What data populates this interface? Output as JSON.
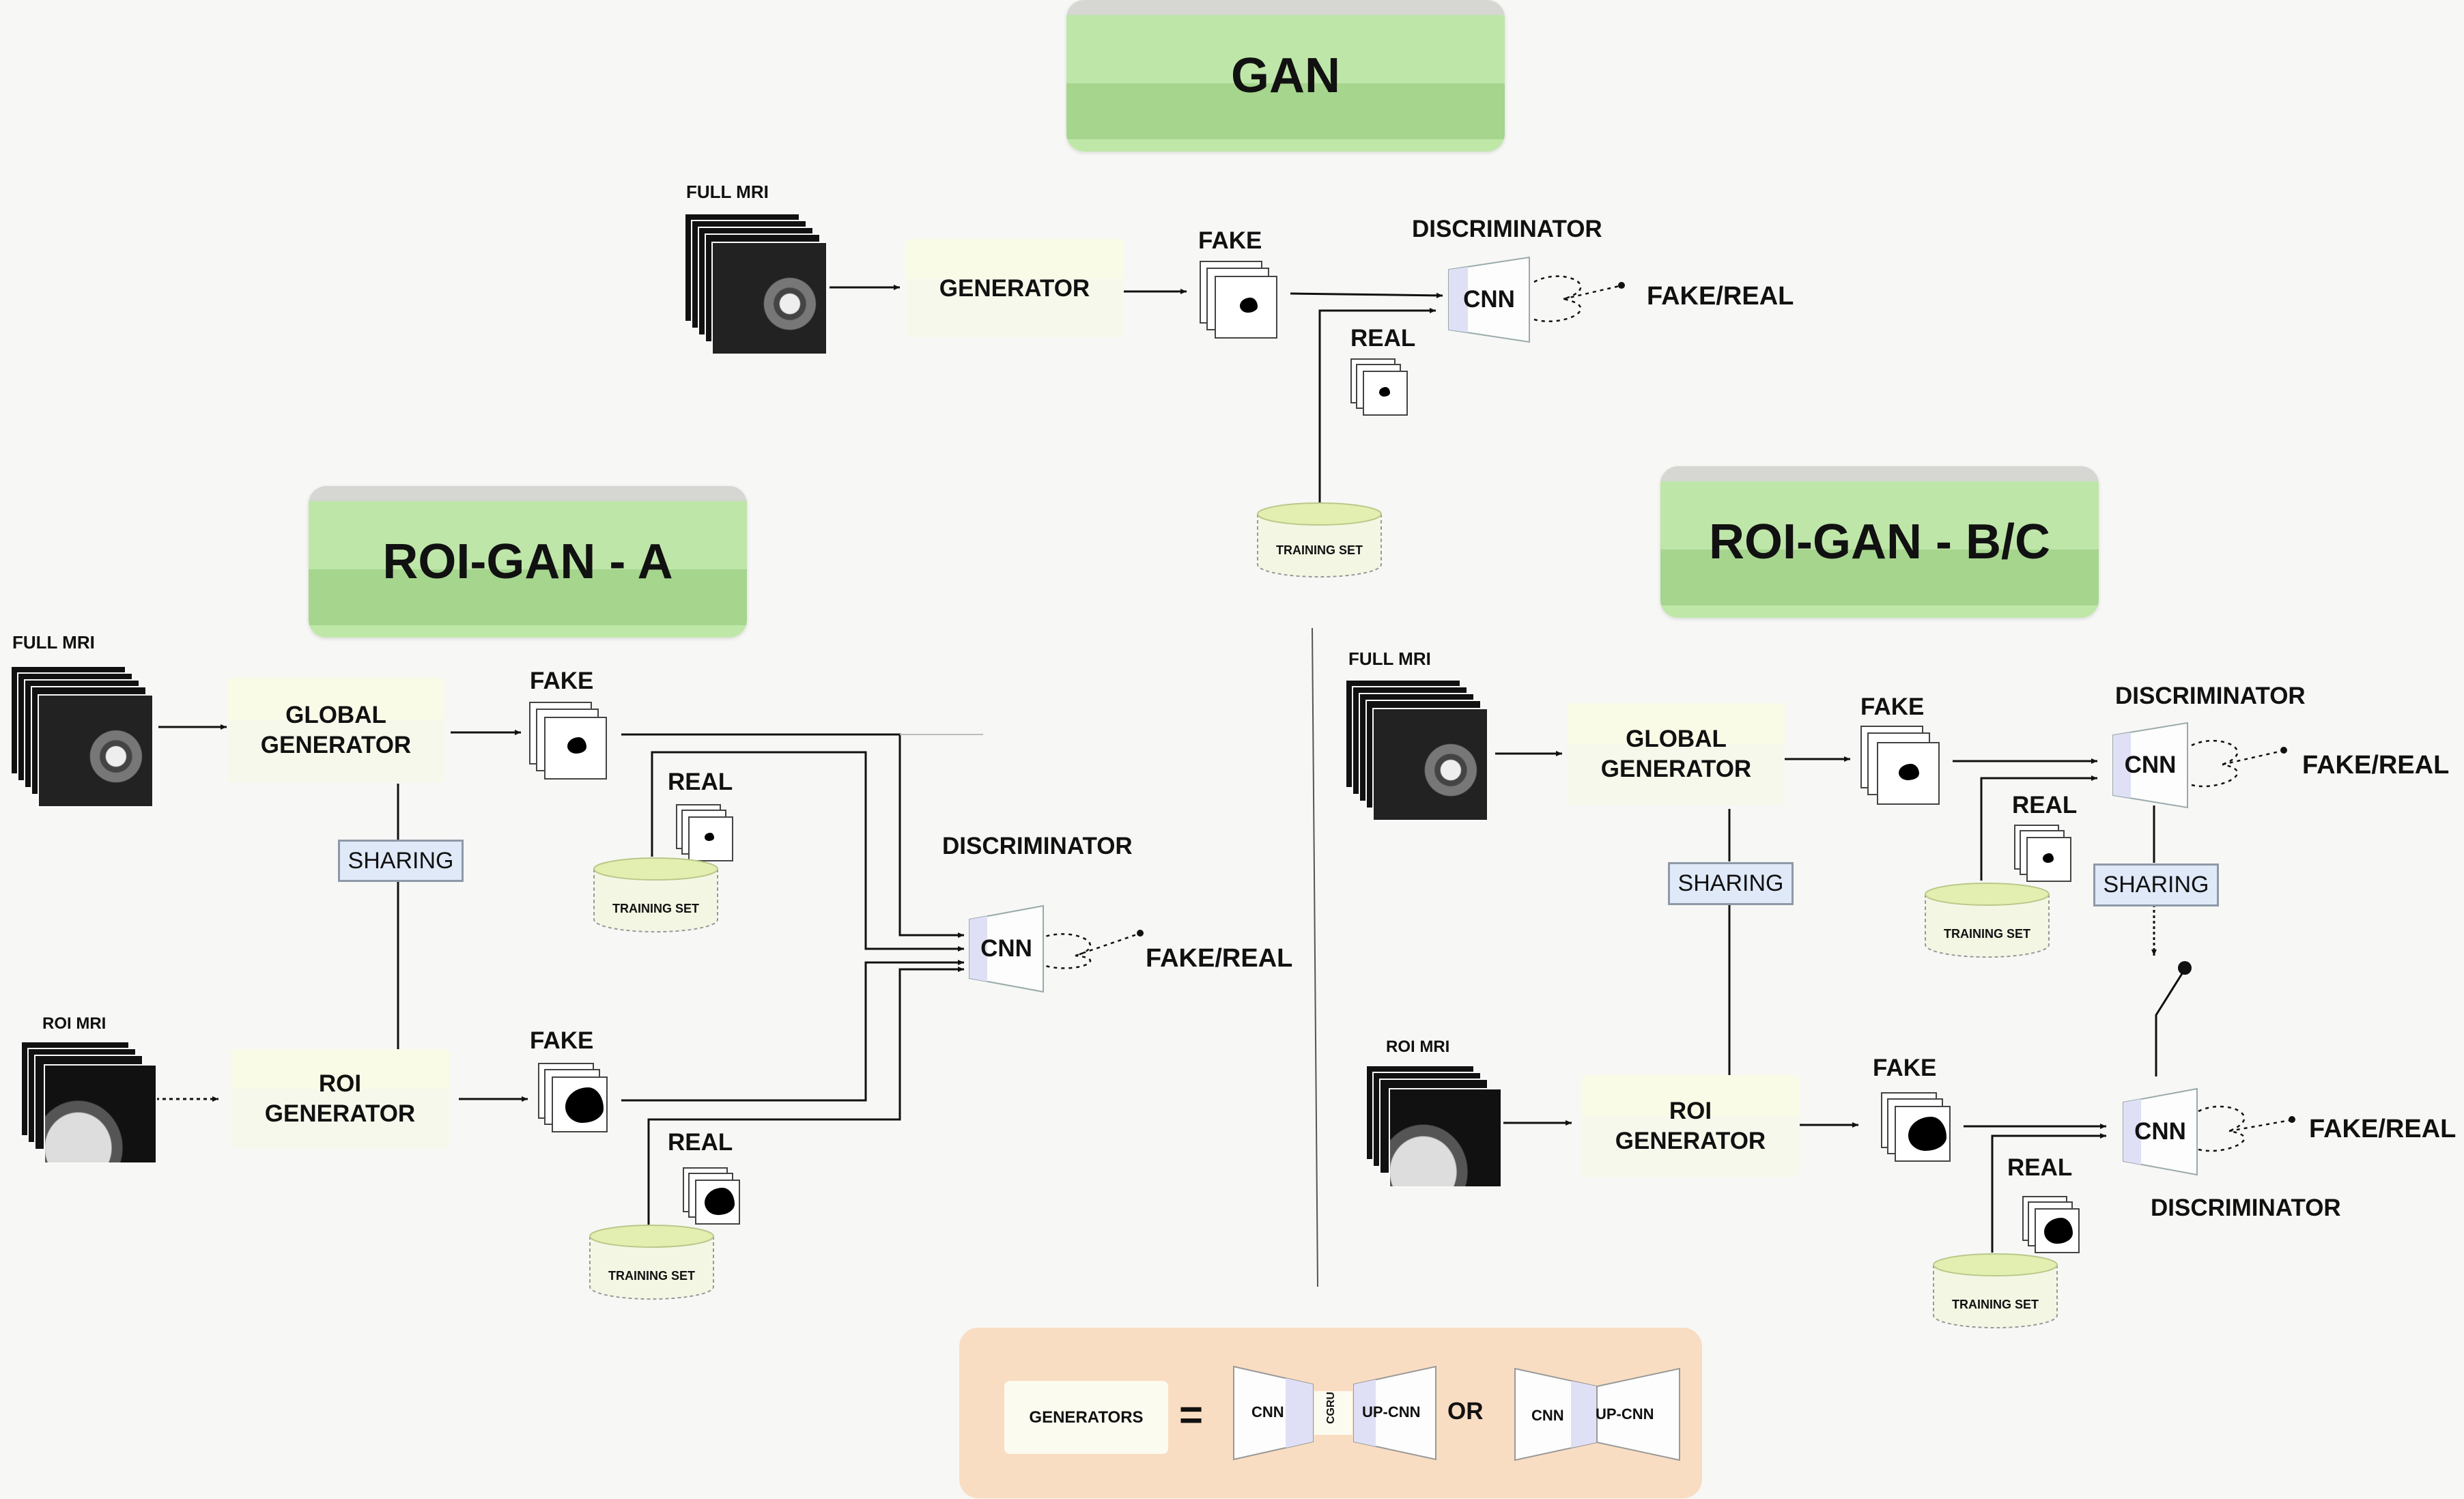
{
  "colors": {
    "banner_green": "#a6d58e",
    "sharing_blue": "#dfe9f8",
    "legend_peach": "#f9ddc2",
    "generator_bg": "#fafbe6",
    "cylinder_green": "#e3efb0"
  },
  "gan": {
    "title": "GAN",
    "input_label": "FULL MRI",
    "generator": "GENERATOR",
    "fake": "FAKE",
    "real": "REAL",
    "discriminator": "DISCRIMINATOR",
    "cnn": "CNN",
    "output": "FAKE/REAL",
    "training_set": "TRAINING SET"
  },
  "roi_a": {
    "title": "ROI-GAN - A",
    "full_input": "FULL MRI",
    "roi_input": "ROI MRI",
    "global_generator": "GLOBAL\nGENERATOR",
    "roi_generator": "ROI\nGENERATOR",
    "sharing": "SHARING",
    "fake_top": "FAKE",
    "real_top": "REAL",
    "fake_bottom": "FAKE",
    "real_bottom": "REAL",
    "training_top": "TRAINING SET",
    "training_bottom": "TRAINING SET",
    "discriminator": "DISCRIMINATOR",
    "cnn": "CNN",
    "output": "FAKE/REAL"
  },
  "roi_bc": {
    "title": "ROI-GAN - B/C",
    "full_input": "FULL MRI",
    "roi_input": "ROI MRI",
    "global_generator": "GLOBAL\nGENERATOR",
    "roi_generator": "ROI\nGENERATOR",
    "sharing_gen": "SHARING",
    "sharing_disc": "SHARING",
    "fake_top": "FAKE",
    "real_top": "REAL",
    "fake_bottom": "FAKE",
    "real_bottom": "REAL",
    "training_top": "TRAINING SET",
    "training_bottom": "TRAINING SET",
    "discriminator_top": "DISCRIMINATOR",
    "discriminator_bottom": "DISCRIMINATOR",
    "cnn_top": "CNN",
    "cnn_bottom": "CNN",
    "output_top": "FAKE/REAL",
    "output_bottom": "FAKE/REAL"
  },
  "legend": {
    "generators": "GENERATORS",
    "equals": "=",
    "cnn_a": "CNN",
    "cgru": "CGRU",
    "upcnn_a": "UP-CNN",
    "or": "OR",
    "cnn_b": "CNN",
    "upcnn_b": "UP-CNN"
  }
}
